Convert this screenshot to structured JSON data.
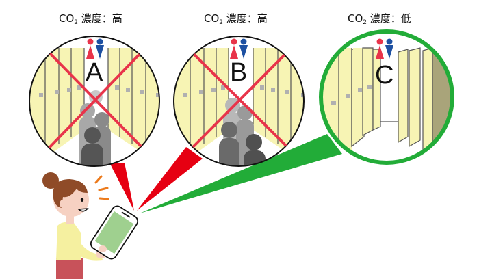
{
  "labels": [
    {
      "prefix": "CO",
      "sub": "2",
      "text": " 濃度：高"
    },
    {
      "prefix": "CO",
      "sub": "2",
      "text": " 濃度：高"
    },
    {
      "prefix": "CO",
      "sub": "2",
      "text": " 濃度：低"
    }
  ],
  "toilets": [
    {
      "letter": "A",
      "status": "crowded",
      "crossed": true
    },
    {
      "letter": "B",
      "status": "crowded",
      "crossed": true
    },
    {
      "letter": "C",
      "status": "empty",
      "crossed": false
    }
  ],
  "colors": {
    "high_beam": "#e60012",
    "low_beam": "#22ac38",
    "cross": "#e8344a",
    "stall": "#f7f4b4",
    "female": "#e8344a",
    "male": "#1d50a2"
  }
}
